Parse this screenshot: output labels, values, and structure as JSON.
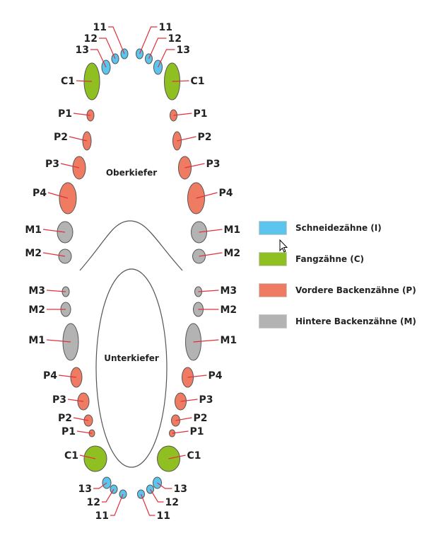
{
  "jaw_labels": {
    "upper": "Oberkiefer",
    "lower": "Unterkiefer"
  },
  "upper_labels": [
    "11",
    "12",
    "13",
    "C1",
    "P1",
    "P2",
    "P3",
    "P4",
    "M1",
    "M2"
  ],
  "lower_labels": [
    "M3",
    "M2",
    "M1",
    "P4",
    "P3",
    "P2",
    "P1",
    "C1",
    "13",
    "12",
    "11"
  ],
  "legend": [
    {
      "label": "Schneidezähne (I)",
      "color": "#5bc5ee"
    },
    {
      "label": "Fangzähne (C)",
      "color": "#8fbf21"
    },
    {
      "label": "Vordere Backenzähne (P)",
      "color": "#ef7b63"
    },
    {
      "label": "Hintere Backenzähne (M)",
      "color": "#b3b3b3"
    }
  ],
  "colors": {
    "line": "#e0323c",
    "outline": "#555555"
  }
}
